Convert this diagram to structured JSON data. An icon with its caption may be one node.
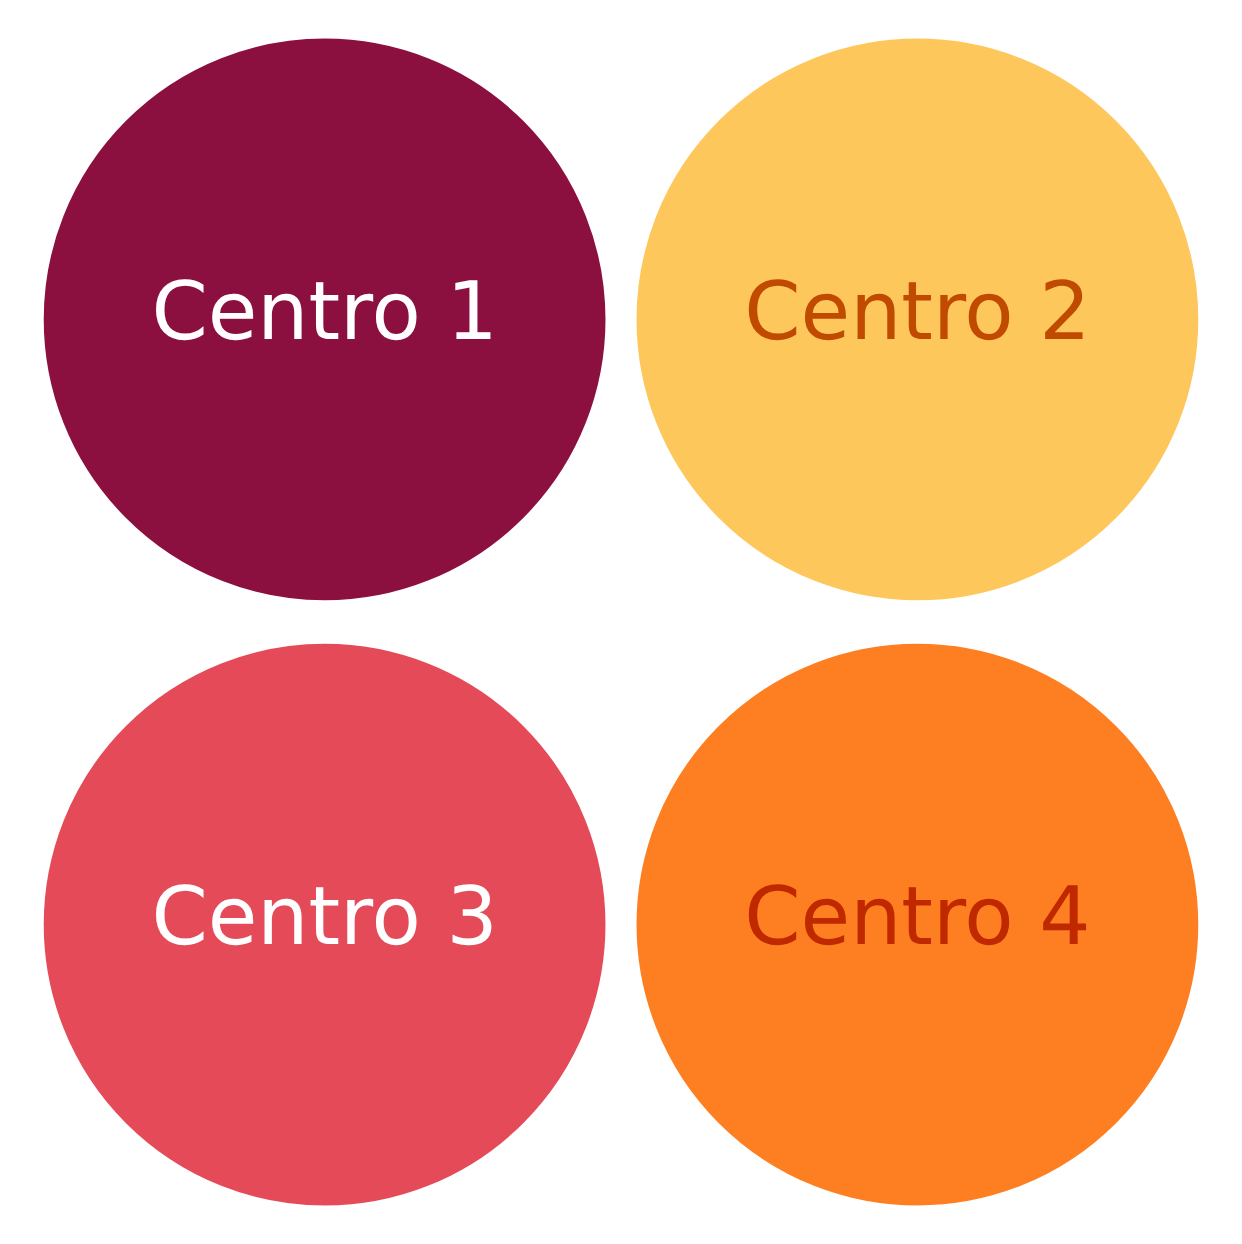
{
  "diagram": {
    "nodes": [
      {
        "text": [
          "Centro 1"
        ]
      },
      {
        "text": [
          "Centro 2"
        ]
      },
      {
        "text": [
          "Centro 3"
        ]
      },
      {
        "text": [
          "Centro 4"
        ]
      }
    ]
  }
}
